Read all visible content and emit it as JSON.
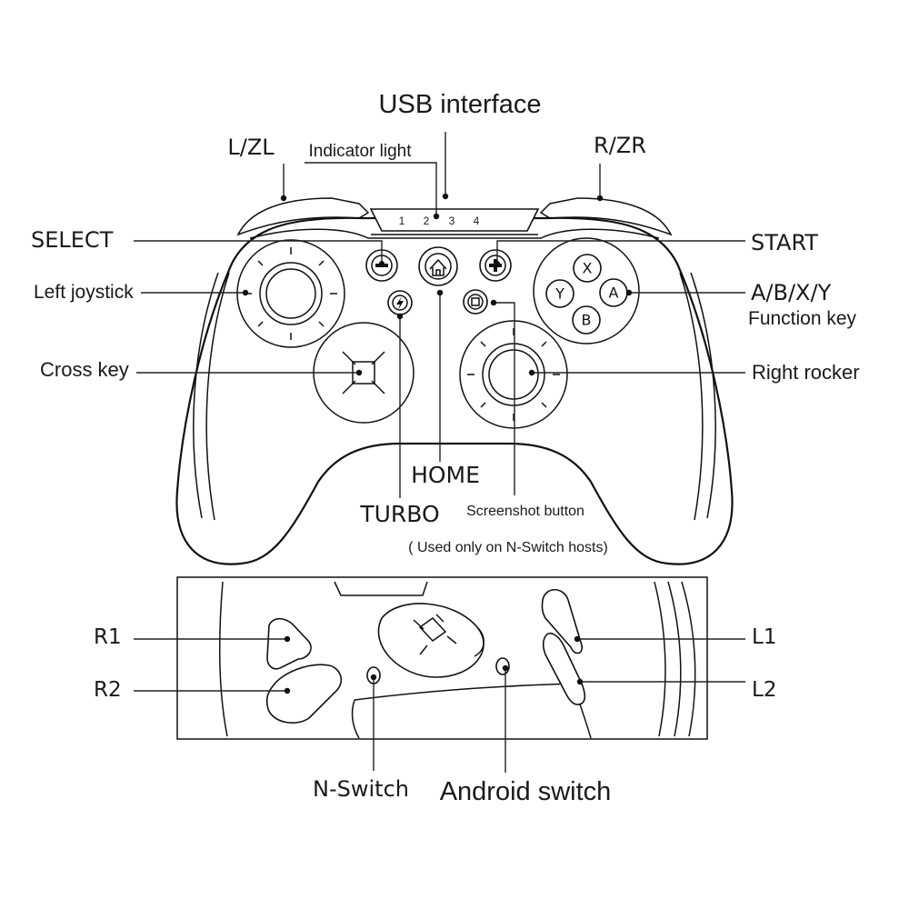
{
  "labels": {
    "usb_interface": "USB interface",
    "indicator_light": "Indicator light",
    "l_zl": "L/ZL",
    "r_zr": "R/ZR",
    "select": "SELECT",
    "start": "START",
    "left_joystick": "Left joystick",
    "abxy": "A/B/X/Y",
    "function_key": "Function key",
    "cross_key": "Cross key",
    "right_rocker": "Right rocker",
    "home": "HOME",
    "turbo": "TURBO",
    "screenshot_button": "Screenshot button",
    "screenshot_note": "( Used only on N-Switch hosts)",
    "r1": "R1",
    "r2": "R2",
    "l1": "L1",
    "l2": "L2",
    "n_switch": "N-Switch",
    "android_switch": "Android switch"
  },
  "indicator_numbers": [
    "1",
    "2",
    "3",
    "4"
  ],
  "face_buttons": {
    "x": "X",
    "y": "Y",
    "a": "A",
    "b": "B"
  },
  "icons": {
    "select": "minus-icon",
    "start": "plus-icon",
    "home": "house-icon",
    "turbo": "lightning-icon",
    "screenshot": "square-icon"
  }
}
